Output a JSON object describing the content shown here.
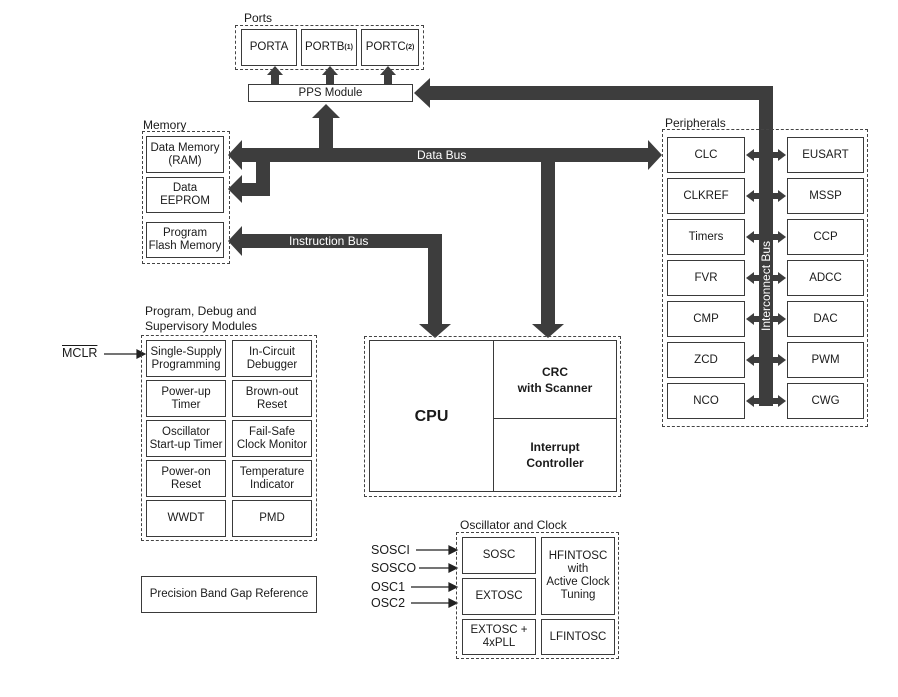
{
  "groups": {
    "ports": "Ports",
    "memory": "Memory",
    "peripherals": "Peripherals",
    "program_debug": "Program, Debug and Supervisory Modules",
    "oscillator": "Oscillator and Clock"
  },
  "ports": [
    {
      "name": "PORTA",
      "note": ""
    },
    {
      "name": "PORTB",
      "note": "(1)"
    },
    {
      "name": "PORTC",
      "note": "(2)"
    }
  ],
  "pps": "PPS Module",
  "memory": {
    "ram_line1": "Data Memory",
    "ram_line2": "(RAM)",
    "eeprom_line1": "Data",
    "eeprom_line2": "EEPROM",
    "flash_line1": "Program",
    "flash_line2": "Flash Memory"
  },
  "buses": {
    "data": "Data Bus",
    "instruction": "Instruction Bus",
    "interconnect": "Interconnect Bus"
  },
  "peripherals_left": [
    "CLC",
    "CLKREF",
    "Timers",
    "FVR",
    "CMP",
    "ZCD",
    "NCO"
  ],
  "peripherals_right": [
    "EUSART",
    "MSSP",
    "CCP",
    "ADCC",
    "DAC",
    "PWM",
    "CWG"
  ],
  "core": {
    "cpu": "CPU",
    "crc_line1": "CRC",
    "crc_line2": "with Scanner",
    "int_line1": "Interrupt",
    "int_line2": "Controller"
  },
  "debug_modules": [
    [
      "Single-Supply",
      "Programming"
    ],
    [
      "In-Circuit",
      "Debugger"
    ],
    [
      "Power-up",
      "Timer"
    ],
    [
      "Brown-out",
      "Reset"
    ],
    [
      "Oscillator",
      "Start-up Timer"
    ],
    [
      "Fail-Safe",
      "Clock Monitor"
    ],
    [
      "Power-on",
      "Reset"
    ],
    [
      "Temperature",
      "Indicator"
    ],
    [
      "WWDT",
      ""
    ],
    [
      "PMD",
      ""
    ]
  ],
  "mclr": "MCLR",
  "precision_ref": "Precision Band Gap Reference",
  "oscillator": {
    "sosc": "SOSC",
    "extosc": "EXTOSC",
    "extosc_pll_line1": "EXTOSC +",
    "extosc_pll_line2": "4xPLL",
    "hfintosc_line1": "HFINTOSC",
    "hfintosc_line2": "with",
    "hfintosc_line3": "Active Clock",
    "hfintosc_line4": "Tuning",
    "lfintosc": "LFINTOSC"
  },
  "osc_signals": [
    "SOSCI",
    "SOSCO",
    "OSC1",
    "OSC2"
  ]
}
